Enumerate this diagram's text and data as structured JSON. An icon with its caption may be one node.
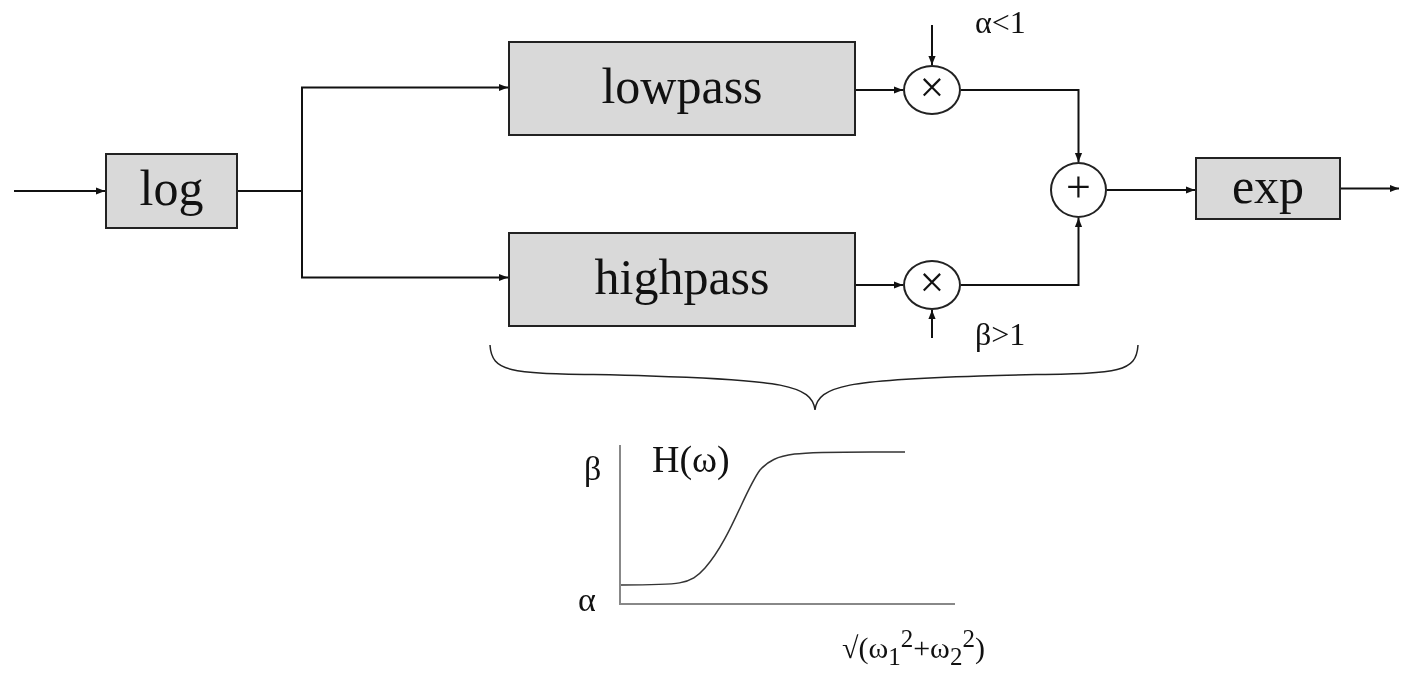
{
  "diagram": {
    "nodes": [
      {
        "text": [
          "log"
        ]
      },
      {
        "text": [
          "lowpass"
        ]
      },
      {
        "text": [
          "highpass"
        ]
      },
      {
        "text": [
          "×"
        ],
        "beside": [
          "α<1"
        ]
      },
      {
        "text": [
          "×"
        ],
        "beside": [
          "β>1"
        ]
      },
      {
        "text": [
          "+"
        ]
      },
      {
        "text": [
          "exp"
        ]
      }
    ],
    "edges": [
      {
        "from": null,
        "to": 0,
        "arrow": "to"
      },
      {
        "from": 0,
        "to": 1,
        "arrow": "to"
      },
      {
        "from": 0,
        "to": 2,
        "arrow": "to"
      },
      {
        "from": 1,
        "to": 3,
        "arrow": "to"
      },
      {
        "from": 2,
        "to": 4,
        "arrow": "to"
      },
      {
        "from": null,
        "to": 3,
        "arrow": "to"
      },
      {
        "from": null,
        "to": 4,
        "arrow": "to"
      },
      {
        "from": 3,
        "to": 5,
        "arrow": "to"
      },
      {
        "from": 4,
        "to": 5,
        "arrow": "to"
      },
      {
        "from": 5,
        "to": 6,
        "arrow": "to"
      },
      {
        "from": 6,
        "to": null,
        "arrow": "to"
      }
    ],
    "labels": [
      "H(ω)",
      "β",
      "α",
      "√(ω$_{1}$$^{2}$+ω$_{2}$$^{2}$)"
    ]
  }
}
